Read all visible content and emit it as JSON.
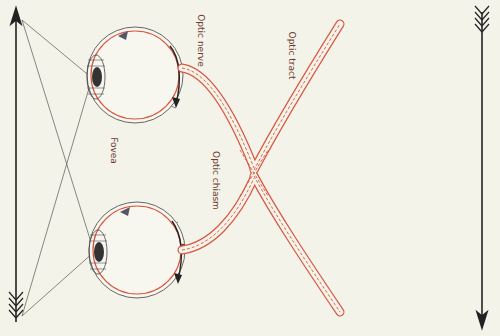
{
  "diagram": {
    "labels": [
      "Fovea",
      "Optic nerve",
      "Optic chiasm",
      "Optic tract"
    ]
  }
}
